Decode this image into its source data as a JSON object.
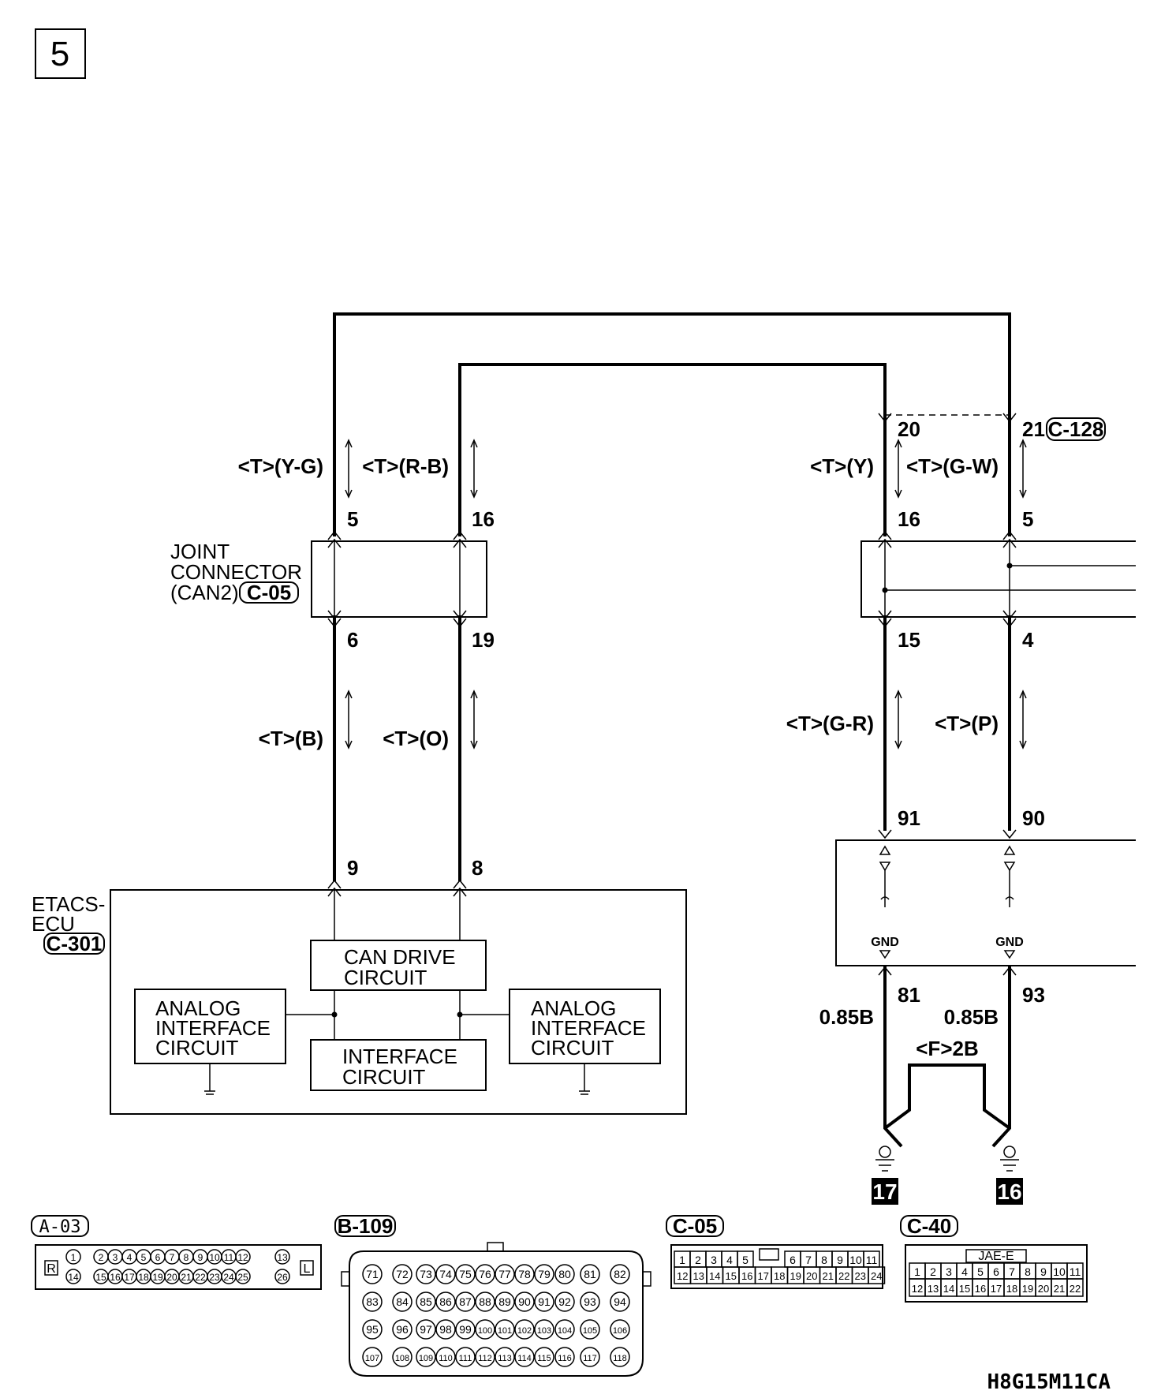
{
  "page_number": "5",
  "figure_code": "H8G15M11CA",
  "wires_top": {
    "y_g": "<T>(Y-G)",
    "r_b": "<T>(R-B)",
    "y": "<T>(Y)",
    "g_w": "<T>(G-W)"
  },
  "wires_mid": {
    "b": "<T>(B)",
    "o": "<T>(O)",
    "g_r": "<T>(G-R)",
    "p": "<T>(P)"
  },
  "pins": {
    "c128_20": "20",
    "c128_21": "21",
    "jc_in_5": "5",
    "jc_in_16": "16",
    "jc_out_6": "6",
    "jc_out_19": "19",
    "r_in_16": "16",
    "r_in_5": "5",
    "r_out_15": "15",
    "r_out_4": "4",
    "ecu_9": "9",
    "ecu_8": "8",
    "r_91": "91",
    "r_90": "90",
    "r_81": "81",
    "r_93": "93"
  },
  "connectors": {
    "c128": "C-128",
    "c05": "C-05",
    "c301": "C-301"
  },
  "joint_connector": {
    "line1": "JOINT",
    "line2": "CONNECTOR",
    "line3": "(CAN2)"
  },
  "etacs": {
    "line1": "ETACS-",
    "line2": "ECU",
    "can_drive_1": "CAN DRIVE",
    "can_drive_2": "CIRCUIT",
    "interface_1": "INTERFACE",
    "interface_2": "CIRCUIT",
    "analog_1": "ANALOG",
    "analog_2": "INTERFACE",
    "analog_3": "CIRCUIT"
  },
  "right_unit": {
    "gnd_left": "GND",
    "gnd_right": "GND"
  },
  "ground_wires": {
    "left_size": "0.85B",
    "right_size": "0.85B",
    "shared": "<F>2B",
    "ground_left": "17",
    "ground_right": "16"
  },
  "connector_views": {
    "a03": {
      "label": "A-03",
      "left_mark": "R",
      "right_mark": "L",
      "row1": [
        "1",
        "2",
        "3",
        "4",
        "5",
        "6",
        "7",
        "8",
        "9",
        "10",
        "11",
        "12",
        "13"
      ],
      "row2": [
        "14",
        "15",
        "16",
        "17",
        "18",
        "19",
        "20",
        "21",
        "22",
        "23",
        "24",
        "25",
        "26"
      ]
    },
    "b109": {
      "label": "B-109",
      "rows": [
        [
          "71",
          "72",
          "73",
          "74",
          "75",
          "76",
          "77",
          "78",
          "79",
          "80",
          "81",
          "82"
        ],
        [
          "83",
          "84",
          "85",
          "86",
          "87",
          "88",
          "89",
          "90",
          "91",
          "92",
          "93",
          "94"
        ],
        [
          "95",
          "96",
          "97",
          "98",
          "99",
          "100",
          "101",
          "102",
          "103",
          "104",
          "105",
          "106"
        ],
        [
          "107",
          "108",
          "109",
          "110",
          "111",
          "112",
          "113",
          "114",
          "115",
          "116",
          "117",
          "118"
        ]
      ]
    },
    "c05": {
      "label": "C-05",
      "row1": [
        "1",
        "2",
        "3",
        "4",
        "5",
        "6",
        "7",
        "8",
        "9",
        "10",
        "11"
      ],
      "row2": [
        "12",
        "13",
        "14",
        "15",
        "16",
        "17",
        "18",
        "19",
        "20",
        "21",
        "22",
        "23",
        "24"
      ]
    },
    "c40": {
      "label": "C-40",
      "header": "JAE-E",
      "row1": [
        "1",
        "2",
        "3",
        "4",
        "5",
        "6",
        "7",
        "8",
        "9",
        "10",
        "11"
      ],
      "row2": [
        "12",
        "13",
        "14",
        "15",
        "16",
        "17",
        "18",
        "19",
        "20",
        "21",
        "22"
      ]
    }
  }
}
